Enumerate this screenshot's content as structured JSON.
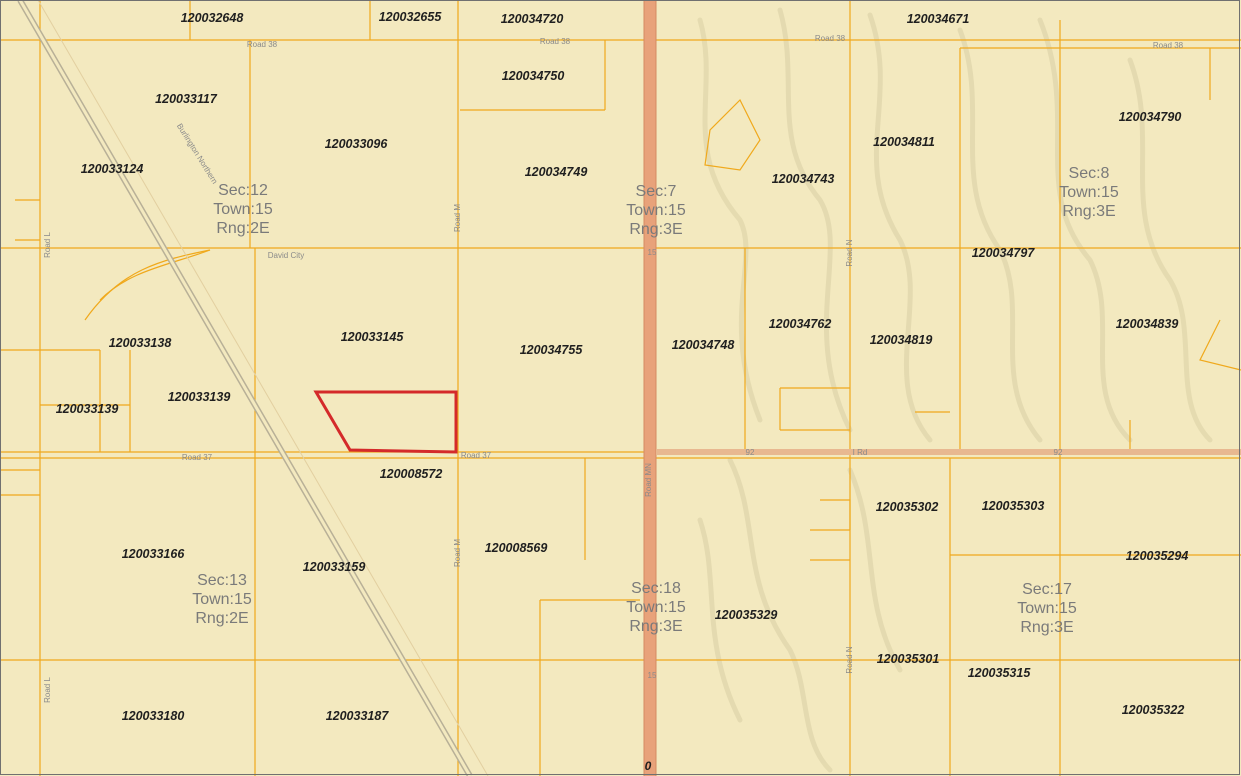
{
  "map": {
    "colors": {
      "background": "#f3e9bf",
      "hillshade": "#d9cfa4",
      "parcel_line": "#f0a91c",
      "highway": "#e8a27a",
      "highway_edge": "#d48a62",
      "selection": "#d42a2a",
      "label": "#1f1f1f",
      "section_label": "#7a7a7a",
      "road_label": "#8a8a8a"
    },
    "parcels": [
      "120032648",
      "120032655",
      "120034720",
      "120034671",
      "120034750",
      "120033117",
      "120034790",
      "120033096",
      "120034811",
      "120033124",
      "120034749",
      "120034743",
      "120034797",
      "120034762",
      "120034839",
      "120033145",
      "120034819",
      "120033138",
      "120034748",
      "120034755",
      "120033139",
      "120033139",
      "120008572",
      "120035302",
      "120035303",
      "120008569",
      "120035294",
      "120033166",
      "120033159",
      "120035329",
      "120035301",
      "120035315",
      "120033180",
      "120033187",
      "120035322"
    ],
    "sections": [
      {
        "sec": "Sec:12",
        "town": "Town:15",
        "rng": "Rng:2E"
      },
      {
        "sec": "Sec:7",
        "town": "Town:15",
        "rng": "Rng:3E"
      },
      {
        "sec": "Sec:8",
        "town": "Town:15",
        "rng": "Rng:3E"
      },
      {
        "sec": "Sec:13",
        "town": "Town:15",
        "rng": "Rng:2E"
      },
      {
        "sec": "Sec:18",
        "town": "Town:15",
        "rng": "Rng:3E"
      },
      {
        "sec": "Sec:17",
        "town": "Town:15",
        "rng": "Rng:3E"
      }
    ],
    "roads": [
      "Road 38",
      "Road 38",
      "Road 38",
      "Road 38",
      "Road 37",
      "Road 37",
      "I Rd",
      "Road M",
      "Road M",
      "Road MN",
      "Road N",
      "Road N",
      "Road L",
      "Road L",
      "Burlington Northern",
      "David City",
      "15",
      "92",
      "92",
      "15"
    ],
    "misc_label": "0"
  }
}
